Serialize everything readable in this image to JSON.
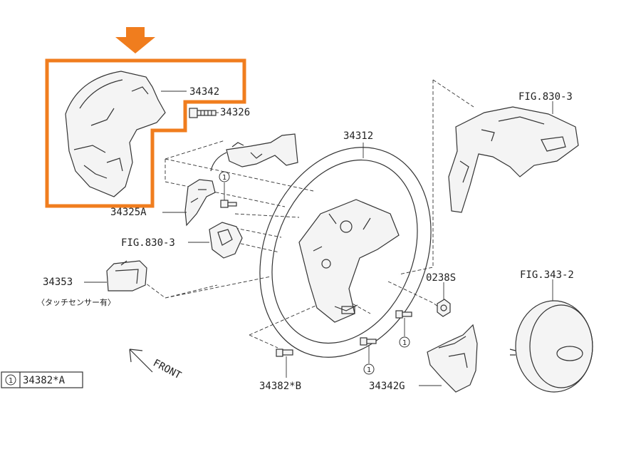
{
  "colors": {
    "highlight": "#f07d1e",
    "line": "#333333"
  },
  "labels": {
    "p34342": "34342",
    "p34326": "34326",
    "p34312": "34312",
    "fig830_right": "FIG.830-3",
    "p34325A": "34325A",
    "fig830_left": "FIG.830-3",
    "p34353": "34353",
    "touch_sensor": "〈タッチセンサー有〉",
    "p0238S": "0238S",
    "fig343": "FIG.343-2",
    "front": "FRONT",
    "p34382B": "34382*B",
    "p34342G": "34342G"
  },
  "callout": {
    "num": "1",
    "text": "34382*A"
  },
  "ref_markers": [
    "1",
    "1",
    "1",
    "1"
  ],
  "icons": {
    "highlight_arrow": "down-arrow-icon",
    "front_arrow": "front-arrow-icon"
  }
}
